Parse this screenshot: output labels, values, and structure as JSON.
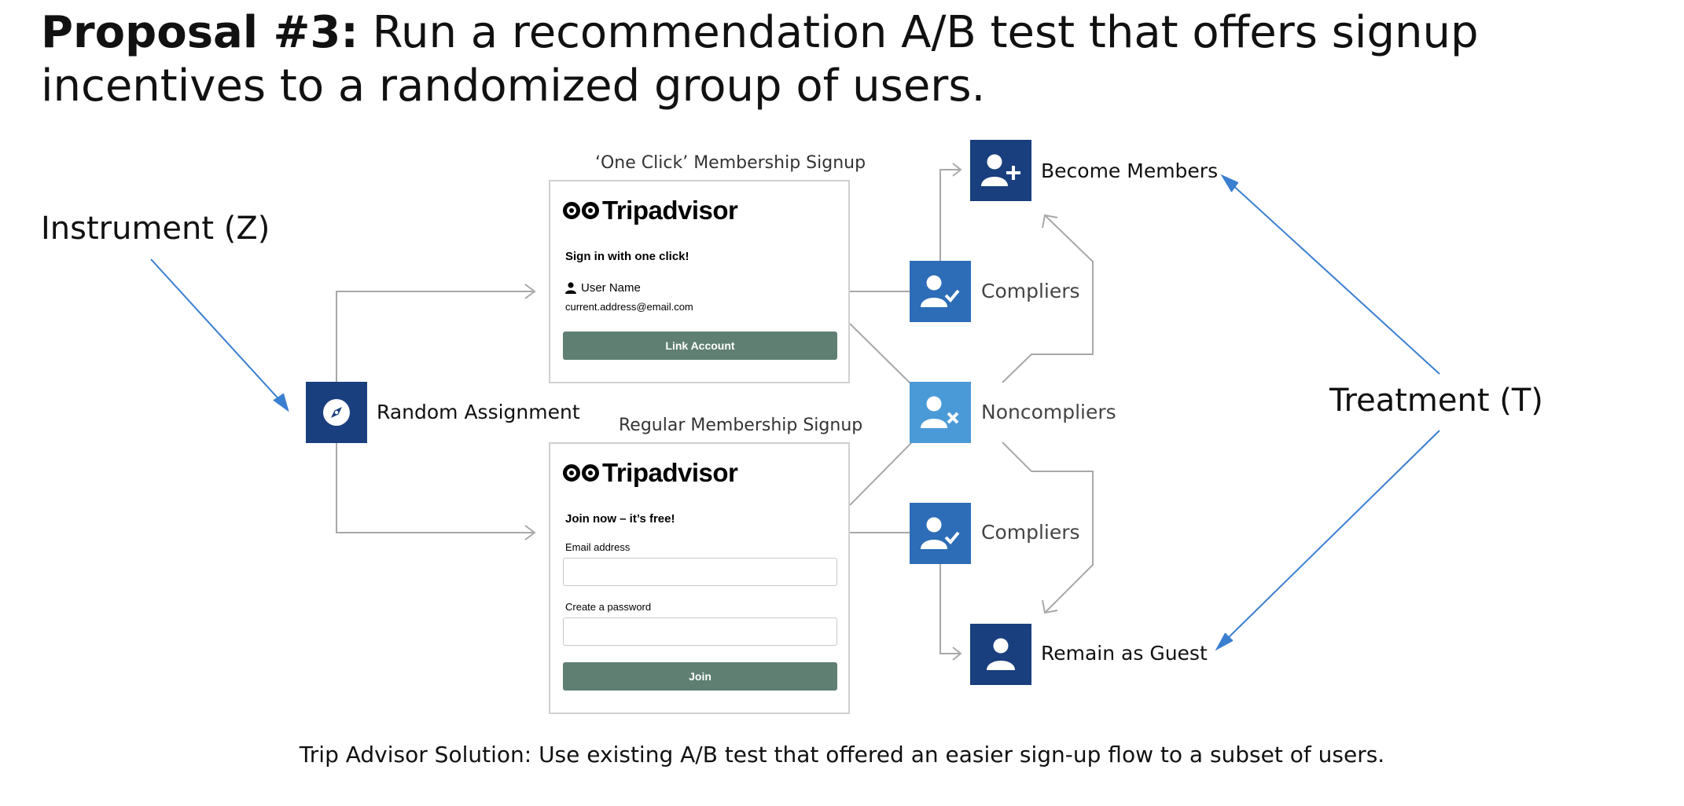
{
  "title": {
    "bold": "Proposal #3:",
    "rest": " Run a recommendation A/B test that offers signup incentives to a randomized group of users."
  },
  "labels": {
    "instrument": "Instrument (Z)",
    "treatment": "Treatment (T)",
    "random_assignment": "Random Assignment",
    "compliers_top": "Compliers",
    "noncompliers": "Noncompliers",
    "compliers_bottom": "Compliers",
    "become_members": "Become Members",
    "remain_guest": "Remain as Guest"
  },
  "one_click_card": {
    "caption": "‘One Click’ Membership Signup",
    "brand": "Tripadvisor",
    "heading": "Sign in with one click!",
    "user_label": "User Name",
    "email": "current.address@email.com",
    "button": "Link Account"
  },
  "regular_card": {
    "caption": "Regular Membership Signup",
    "brand": "Tripadvisor",
    "heading": "Join now – it’s free!",
    "email_label": "Email address",
    "password_label": "Create a password",
    "button": "Join"
  },
  "footer": "Trip Advisor Solution: Use existing A/B test that offered an easier sign-up flow to a subset of users.",
  "colors": {
    "icon_dark": "#1a3f7e",
    "icon_medium": "#2d6db7",
    "icon_light": "#4b9ad8",
    "button_green": "#5e7f72",
    "pointer_blue": "#3a7fd0",
    "connector_gray": "#a8a8a8"
  },
  "icons": {
    "random_assignment": "compass-icon",
    "compliers": "user-check-icon",
    "noncompliers": "user-x-icon",
    "become_members": "user-add-icon",
    "remain_guest": "user-icon"
  }
}
